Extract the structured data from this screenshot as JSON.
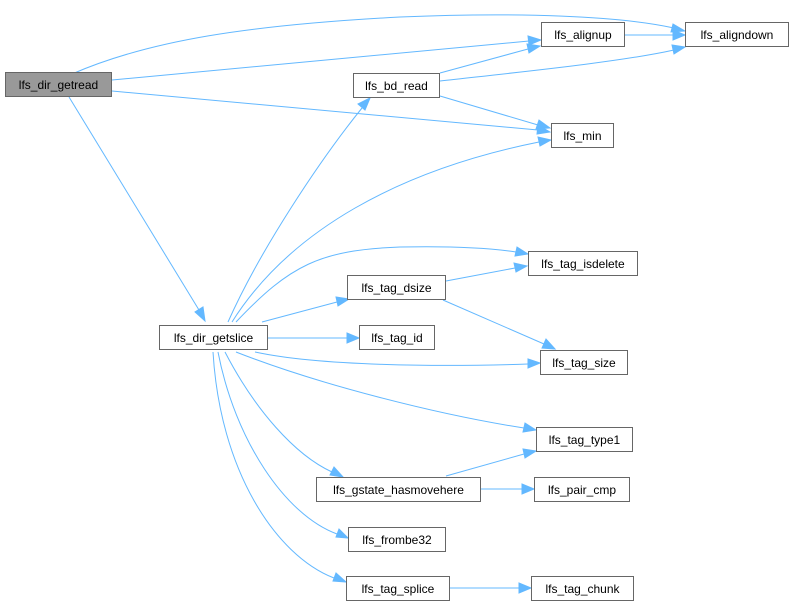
{
  "nodes": {
    "lfs_dir_getread": "lfs_dir_getread",
    "lfs_alignup": "lfs_alignup",
    "lfs_aligndown": "lfs_aligndown",
    "lfs_bd_read": "lfs_bd_read",
    "lfs_min": "lfs_min",
    "lfs_tag_isdelete": "lfs_tag_isdelete",
    "lfs_tag_dsize": "lfs_tag_dsize",
    "lfs_dir_getslice": "lfs_dir_getslice",
    "lfs_tag_id": "lfs_tag_id",
    "lfs_tag_size": "lfs_tag_size",
    "lfs_tag_type1": "lfs_tag_type1",
    "lfs_gstate_hasmovehere": "lfs_gstate_hasmovehere",
    "lfs_pair_cmp": "lfs_pair_cmp",
    "lfs_frombe32": "lfs_frombe32",
    "lfs_tag_splice": "lfs_tag_splice",
    "lfs_tag_chunk": "lfs_tag_chunk"
  },
  "colors": {
    "edge": "#63b8ff",
    "root_fill": "#999999",
    "node_border": "#666666",
    "node_fill": "#ffffff"
  }
}
